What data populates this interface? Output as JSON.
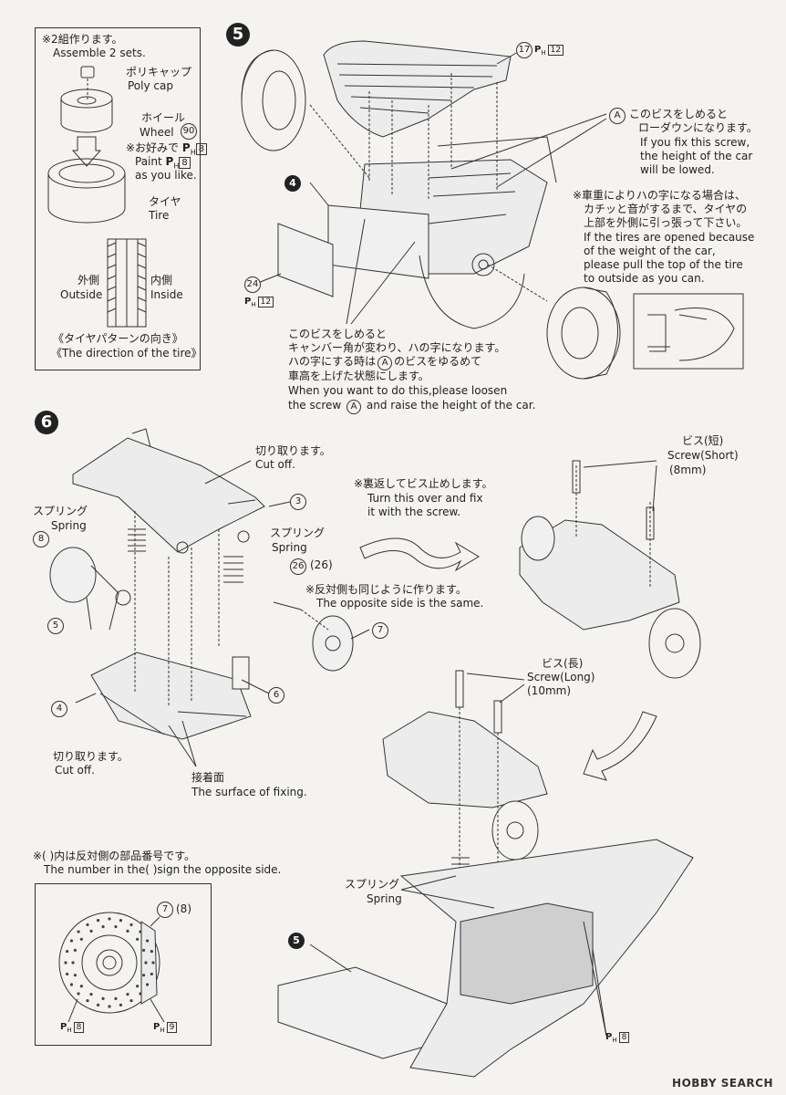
{
  "step5": {
    "number": "5",
    "box": {
      "title_jp": "※2組作ります。",
      "title_en": "Assemble 2 sets.",
      "polycap_jp": "ポリキャップ",
      "polycap_en": "Poly cap",
      "wheel_jp": "ホイール",
      "wheel_en": "Wheel",
      "wheel_part": "90",
      "paint_jp": "※お好みで",
      "paint_en_prefix": "Paint",
      "paint_code": "8",
      "paint_en_suffix": "as you like.",
      "tire_jp": "タイヤ",
      "tire_en": "Tire",
      "outer_jp": "外側",
      "outer_en": "Outside",
      "inner_jp": "内側",
      "inner_en": "Inside",
      "direction_jp": "《タイヤパターンの向き》",
      "direction_en": "《The direction of the tire》"
    },
    "part17": "17",
    "part17_paint": "12",
    "part4": "4",
    "part24": "24",
    "part24_paint": "12",
    "screw_A_label": "A",
    "screw_A_note": {
      "jp1": "このビスをしめると",
      "jp2": "ローダウンになります。",
      "en1": "If you fix this screw,",
      "en2": "the height of the car",
      "en3": "will be lowed."
    },
    "tire_note": {
      "jp1": "※車重によりハの字になる場合は、",
      "jp2": "カチッと音がするまで、タイヤの",
      "jp3": "上部を外側に引っ張って下さい。",
      "en1": "If the tires are opened because",
      "en2": "of the weight of the car,",
      "en3": "please pull the top of the tire",
      "en4": "to outside as you can."
    },
    "camber_note": {
      "jp1": "このビスをしめると",
      "jp2": "キャンバー角が変わり、ハの字になります。",
      "jp3a": "ハの字にする時は",
      "jp3b": "のビスをゆるめて",
      "jp4": "車高を上げた状態にします。",
      "en1": "When you want to do this,please loosen",
      "en2a": "the screw",
      "en2b": "and raise the height of the car."
    }
  },
  "step6": {
    "number": "6",
    "cut_off_top_jp": "切り取ります。",
    "cut_off_top_en": "Cut off.",
    "spring_left_jp": "スプリング",
    "spring_left_en": "Spring",
    "spring_right_jp": "スプリング",
    "spring_right_en": "Spring",
    "part3": "3",
    "part8": "8",
    "part5": "5",
    "part4": "4",
    "part6": "6",
    "part7": "7",
    "part26": "26",
    "part26b": "(26)",
    "opposite_jp": "※反対側も同じように作ります。",
    "opposite_en": "The opposite side is the same.",
    "cut_off_bottom_jp": "切り取ります。",
    "cut_off_bottom_en": "Cut off.",
    "surface_jp": "接着面",
    "surface_en": "The surface of fixing.",
    "turn_jp": "※裏返してビス止めします。",
    "turn_en1": "Turn this over and fix",
    "turn_en2": "it with the screw.",
    "screw_short_jp": "ビス(短)",
    "screw_short_en": "Screw(Short)",
    "screw_short_size": "(8mm)",
    "screw_long_jp": "ビス(長)",
    "screw_long_en": "Screw(Long)",
    "screw_long_size": "(10mm)",
    "spring_bottom_jp": "スプリング",
    "spring_bottom_en": "Spring",
    "part5_bottom": "5",
    "paint_bottom": "8",
    "note_jp": "※(  )内は反対側の部品番号です。",
    "note_en": "The number in the(  )sign the opposite side.",
    "disc_part": "7",
    "disc_part_opp": "(8)",
    "disc_paint_left": "8",
    "disc_paint_right": "9"
  },
  "paint_prefix": "P",
  "paint_sub": "H",
  "watermark": "HOBBY SEARCH"
}
